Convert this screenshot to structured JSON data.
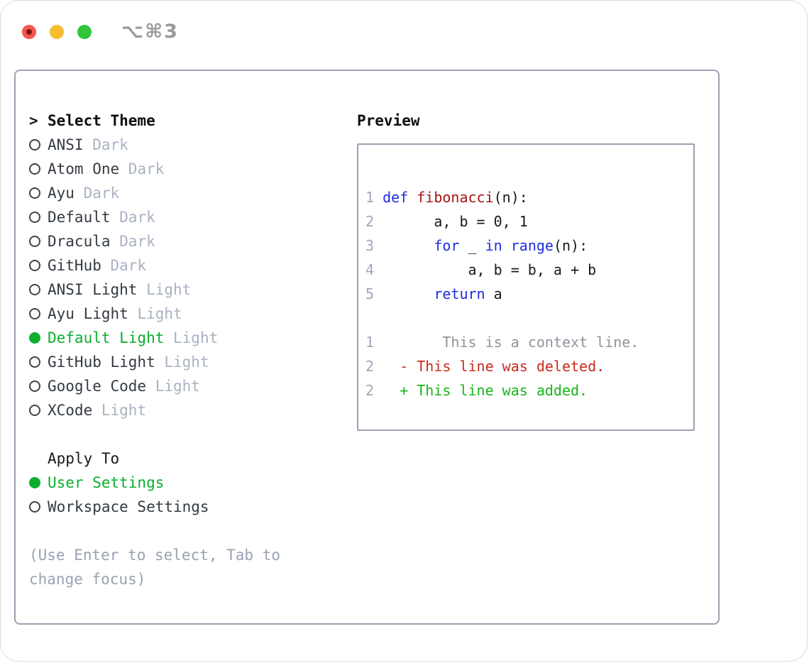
{
  "window": {
    "title": "⌥⌘3",
    "controls": [
      {
        "name": "close",
        "color": "#f4554d",
        "inner": "#7a120c"
      },
      {
        "name": "minimize",
        "color": "#f7bd30",
        "inner": ""
      },
      {
        "name": "zoom",
        "color": "#30c53a",
        "inner": ""
      }
    ]
  },
  "palette": {
    "accent_green": "#0cae2e",
    "line_number": "#9fa8b8",
    "keyword": "#1c2ce2",
    "function_name": "#a31513",
    "code_default": "#17191d",
    "context": "#8e959d",
    "deleted": "#c92a1c",
    "added": "#16b519",
    "border": "#9aa2b1",
    "theme_name": "#343a42",
    "tag_gray": "#a9b2c2",
    "hint_gray": "#99a2b2"
  },
  "theme_picker": {
    "heading_prefix": ">",
    "heading": "Select Theme",
    "items": [
      {
        "name": "ANSI",
        "tag": "Dark",
        "selected": false
      },
      {
        "name": "Atom One",
        "tag": "Dark",
        "selected": false
      },
      {
        "name": "Ayu",
        "tag": "Dark",
        "selected": false
      },
      {
        "name": "Default",
        "tag": "Dark",
        "selected": false
      },
      {
        "name": "Dracula",
        "tag": "Dark",
        "selected": false
      },
      {
        "name": "GitHub",
        "tag": "Dark",
        "selected": false
      },
      {
        "name": "ANSI Light",
        "tag": "Light",
        "selected": false
      },
      {
        "name": "Ayu Light",
        "tag": "Light",
        "selected": false
      },
      {
        "name": "Default Light",
        "tag": "Light",
        "selected": true
      },
      {
        "name": "GitHub Light",
        "tag": "Light",
        "selected": false
      },
      {
        "name": "Google Code",
        "tag": "Light",
        "selected": false
      },
      {
        "name": "XCode",
        "tag": "Light",
        "selected": false
      }
    ]
  },
  "apply_to": {
    "heading": "Apply To",
    "options": [
      {
        "label": "User Settings",
        "selected": true
      },
      {
        "label": "Workspace Settings",
        "selected": false
      }
    ]
  },
  "hint": "(Use Enter to select, Tab to change focus)",
  "preview": {
    "heading": "Preview",
    "lines": [
      {
        "segments": [
          {
            "t": "1 ",
            "c": "line_number"
          },
          {
            "t": "def ",
            "c": "keyword"
          },
          {
            "t": "fibonacci",
            "c": "function_name"
          },
          {
            "t": "(n):",
            "c": "code_default"
          }
        ]
      },
      {
        "segments": [
          {
            "t": "2 ",
            "c": "line_number"
          },
          {
            "t": "      a, b = 0, 1",
            "c": "code_default"
          }
        ]
      },
      {
        "segments": [
          {
            "t": "3 ",
            "c": "line_number"
          },
          {
            "t": "      ",
            "c": "code_default"
          },
          {
            "t": "for",
            "c": "keyword"
          },
          {
            "t": " _ ",
            "c": "code_default"
          },
          {
            "t": "in",
            "c": "keyword"
          },
          {
            "t": " ",
            "c": "code_default"
          },
          {
            "t": "range",
            "c": "keyword"
          },
          {
            "t": "(n):",
            "c": "code_default"
          }
        ]
      },
      {
        "segments": [
          {
            "t": "4 ",
            "c": "line_number"
          },
          {
            "t": "          a, b = b, a + b",
            "c": "code_default"
          }
        ]
      },
      {
        "segments": [
          {
            "t": "5 ",
            "c": "line_number"
          },
          {
            "t": "      ",
            "c": "code_default"
          },
          {
            "t": "return",
            "c": "keyword"
          },
          {
            "t": " a",
            "c": "code_default"
          }
        ]
      },
      {
        "segments": []
      },
      {
        "segments": [
          {
            "t": "1 ",
            "c": "line_number"
          },
          {
            "t": "       This is a context line.",
            "c": "context"
          }
        ]
      },
      {
        "segments": [
          {
            "t": "2 ",
            "c": "line_number"
          },
          {
            "t": "  ",
            "c": "code_default"
          },
          {
            "t": "- This line was deleted.",
            "c": "deleted"
          }
        ]
      },
      {
        "segments": [
          {
            "t": "2 ",
            "c": "line_number"
          },
          {
            "t": "  ",
            "c": "code_default"
          },
          {
            "t": "+ This line was added.",
            "c": "added"
          }
        ]
      }
    ]
  }
}
